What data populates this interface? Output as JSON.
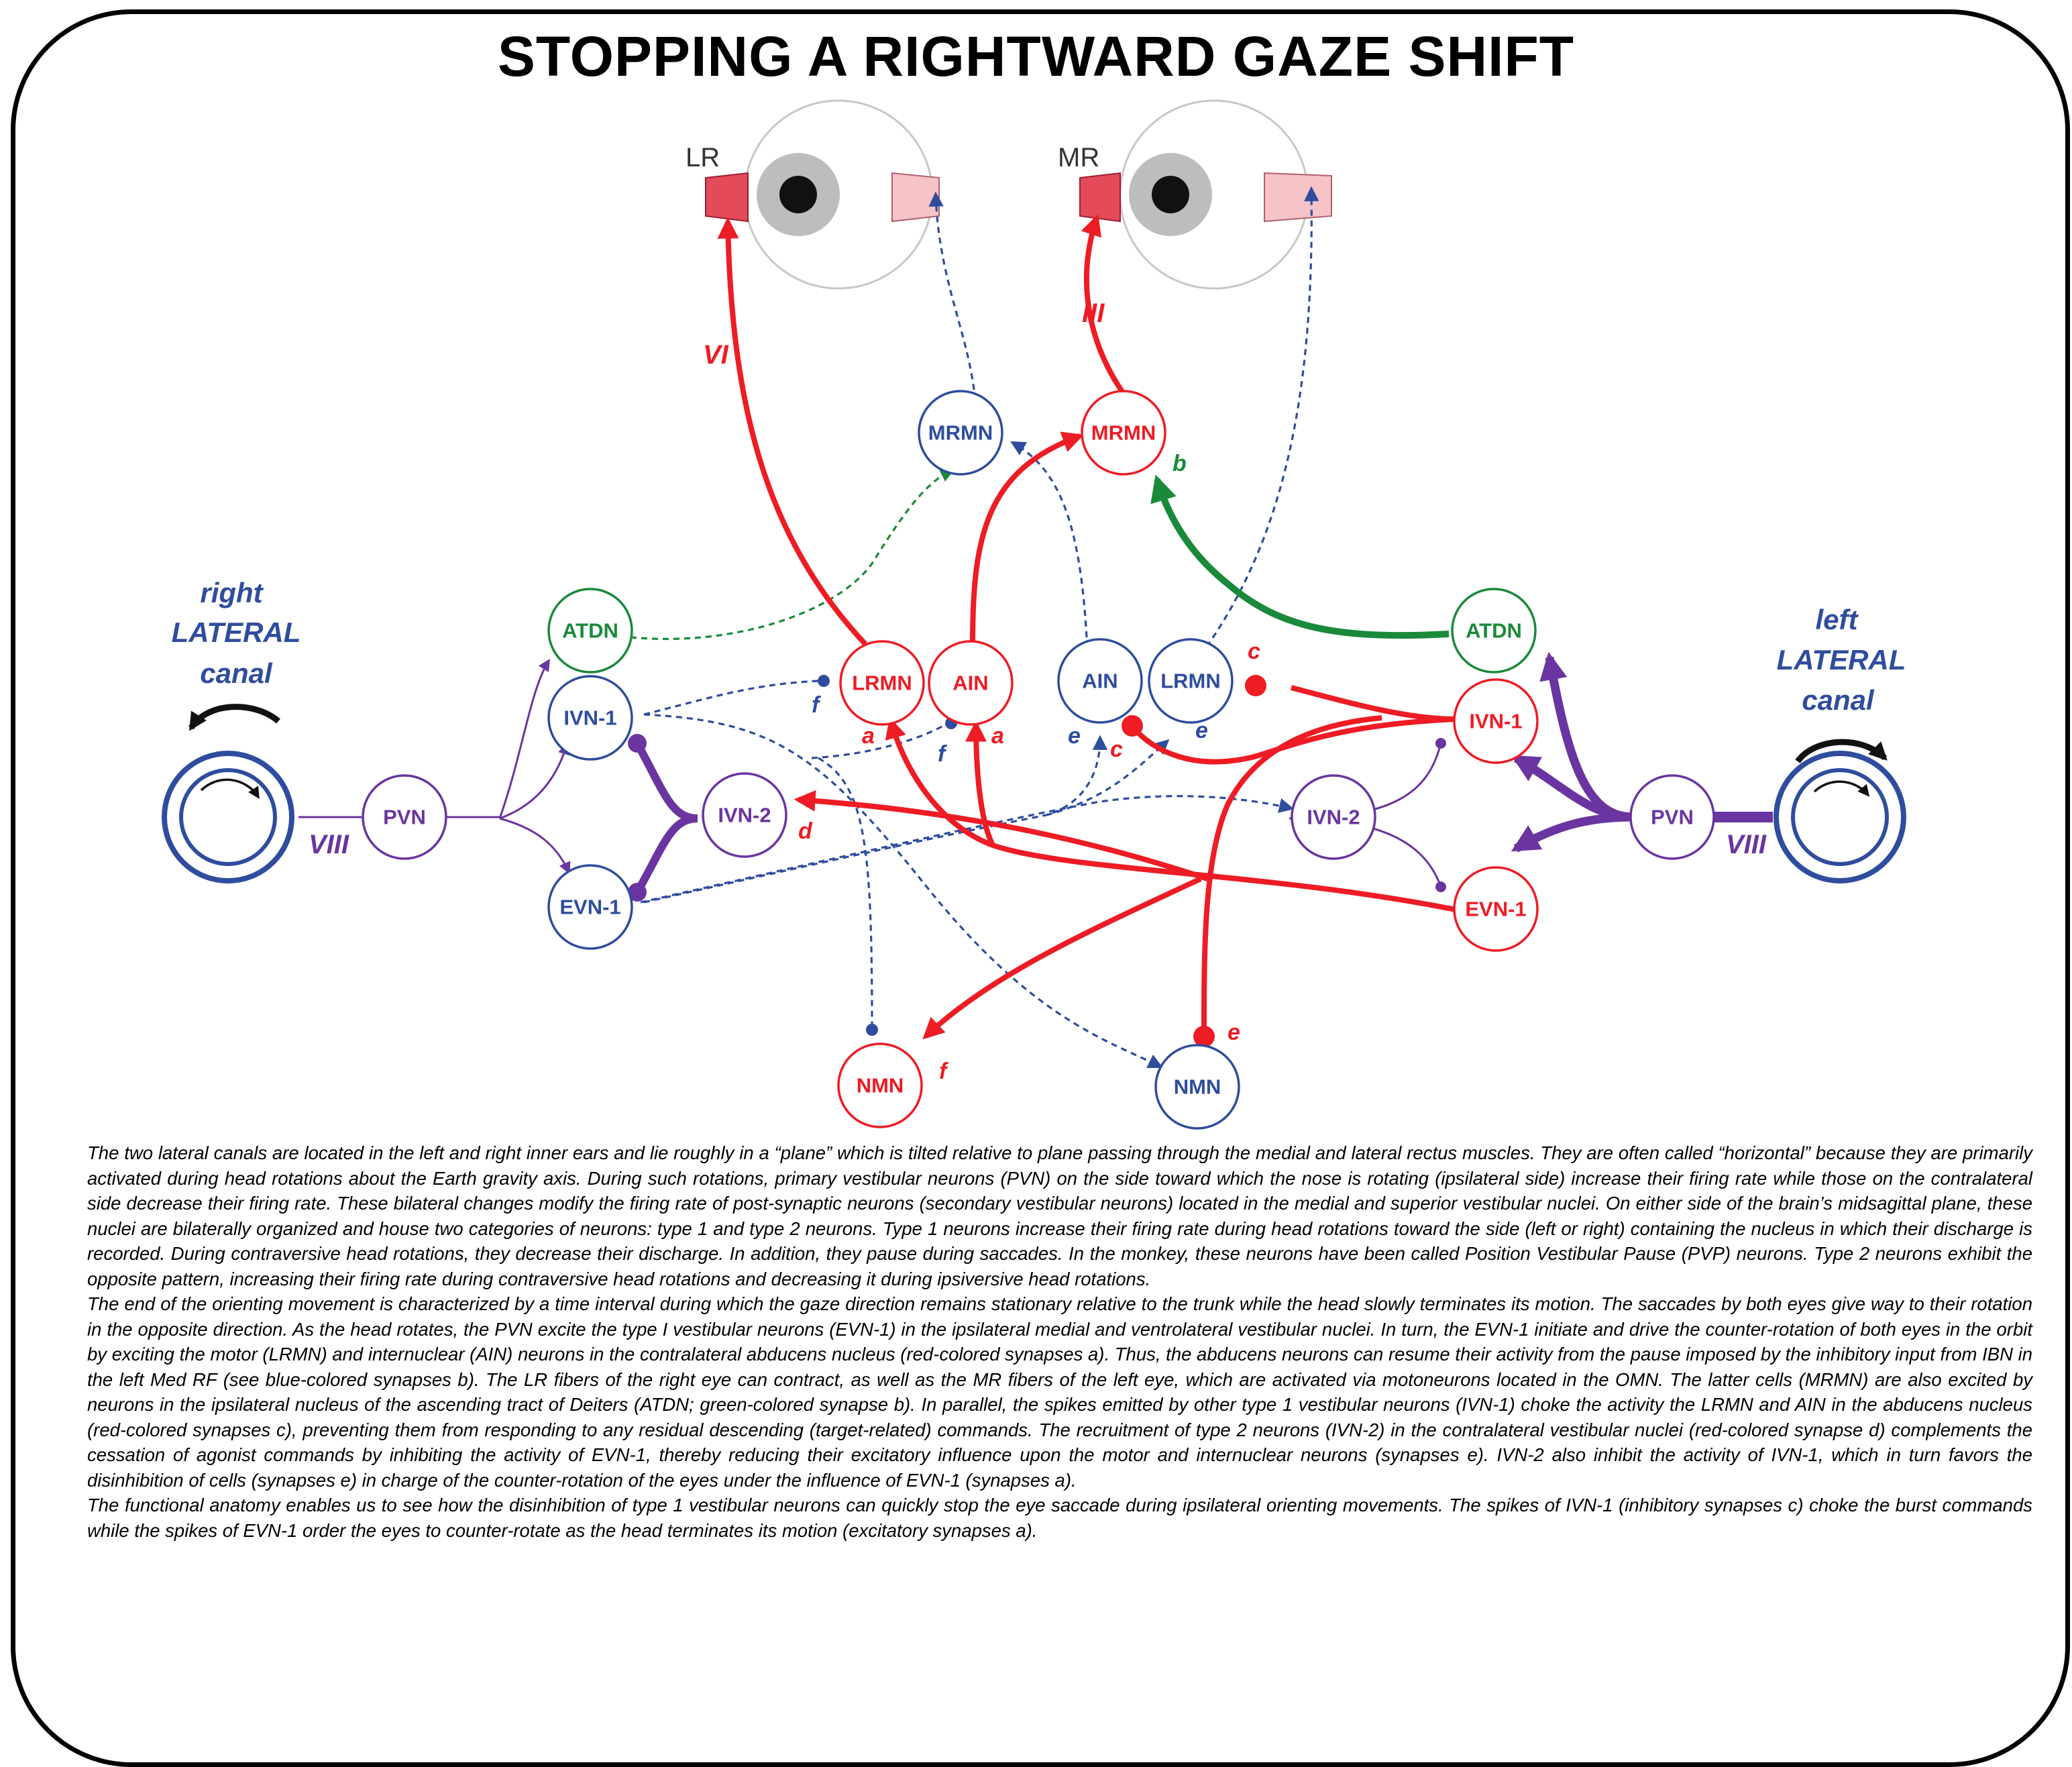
{
  "title": "STOPPING A RIGHTWARD GAZE SHIFT",
  "eye_labels": {
    "left_eye_muscle": "LR",
    "right_eye_muscle": "MR"
  },
  "nerve_labels": {
    "abducens": "VI",
    "oculomotor": "III",
    "vestibular_left": "VIII",
    "vestibular_right": "VIII"
  },
  "canals": {
    "right": {
      "line1": "right",
      "line2": "LATERAL",
      "line3": "canal"
    },
    "left": {
      "line1": "left",
      "line2": "LATERAL",
      "line3": "canal"
    }
  },
  "nodes": {
    "mrmn_blue": "MRMN",
    "mrmn_red": "MRMN",
    "atdn_left": "ATDN",
    "atdn_right": "ATDN",
    "ivn1_left": "IVN-1",
    "ivn1_right": "IVN-1",
    "evn1_left": "EVN-1",
    "evn1_right": "EVN-1",
    "ivn2_left": "IVN-2",
    "ivn2_right": "IVN-2",
    "pvn_left": "PVN",
    "pvn_right": "PVN",
    "lrmn_red": "LRMN",
    "ain_red": "AIN",
    "ain_blue": "AIN",
    "lrmn_blue": "LRMN",
    "nmn_red": "NMN",
    "nmn_blue": "NMN"
  },
  "synapse_labels": {
    "b": "b",
    "c_top": "c",
    "c_mid": "c",
    "a_left": "a",
    "a_right": "a",
    "f_top": "f",
    "f_mid": "f",
    "f_nmn": "f",
    "e_left": "e",
    "e_right": "e",
    "e_bottom": "e",
    "d": "d"
  },
  "colors": {
    "red": "#ee1c24",
    "blue": "#2f4d9e",
    "green": "#1a8a3a",
    "purple": "#6a35a0",
    "muscle_dark": "#e34a5a",
    "muscle_light": "#f6c3c8"
  },
  "caption": [
    "The two lateral canals are located in the left and right inner ears and lie roughly in a “plane” which is tilted relative to plane passing through the medial and lateral rectus muscles. They are often called “horizontal” because they are primarily activated during head rotations about the Earth gravity axis. During such rotations, primary vestibular neurons (PVN) on the side toward which the nose is rotating (ipsilateral side) increase their firing rate while those on the contralateral side decrease their firing rate. These bilateral changes modify the firing rate of post-synaptic neurons (secondary vestibular neurons) located in the medial and superior vestibular nuclei. On either side of the brain’s midsagittal plane, these nuclei are bilaterally organized and house two categories of neurons: type 1 and type 2 neurons. Type 1 neurons increase their firing rate during head rotations toward the side (left or right) containing the nucleus in which their discharge is recorded. During contraversive head rotations, they decrease their discharge. In addition, they pause during saccades. In the monkey, these neurons have been called Position Vestibular Pause (PVP) neurons. Type 2 neurons exhibit the opposite pattern, increasing their firing rate during contraversive head rotations and decreasing it during ipsiversive head rotations.",
    "The end of the orienting movement is characterized by a time interval during which the gaze direction remains stationary relative to the trunk while the head slowly terminates its motion. The saccades by both eyes give way to their rotation in the opposite direction. As the head rotates, the PVN excite the type I vestibular neurons (EVN-1) in the ipsilateral medial and ventrolateral vestibular nuclei. In turn, the EVN-1 initiate and drive the counter-rotation of both eyes in the orbit by exciting the motor (LRMN) and internuclear (AIN) neurons in the contralateral abducens nucleus (red-colored synapses a). Thus, the abducens neurons can resume their activity from the pause imposed by the inhibitory input from IBN in the left Med RF (see blue-colored synapses b). The LR fibers of the right eye can contract, as well as the MR fibers of the left eye, which are activated via motoneurons located in the OMN. The latter cells (MRMN) are also excited by neurons in the ipsilateral nucleus of the ascending tract of Deiters (ATDN; green-colored synapse b). In parallel, the spikes emitted by other type 1 vestibular neurons (IVN-1) choke the activity the LRMN and AIN in the abducens nucleus (red-colored synapses c), preventing them from responding to any residual descending (target-related) commands. The recruitment of type 2 neurons (IVN-2) in the contralateral vestibular nuclei (red-colored synapse d) complements the cessation of agonist commands by inhibiting the activity of EVN-1, thereby reducing their excitatory influence upon the motor and internuclear neurons (synapses e). IVN-2 also inhibit the activity of IVN-1, which in turn favors the disinhibition of cells (synapses e) in charge of the counter-rotation of the eyes under the influence of EVN-1 (synapses a).",
    "The functional anatomy enables us to see how the disinhibition of type 1 vestibular neurons can quickly stop the eye saccade during ipsilateral orienting movements. The spikes of IVN-1 (inhibitory synapses c) choke the burst commands while the spikes of EVN-1 order the eyes to counter-rotate as the head terminates its motion (excitatory synapses a)."
  ]
}
